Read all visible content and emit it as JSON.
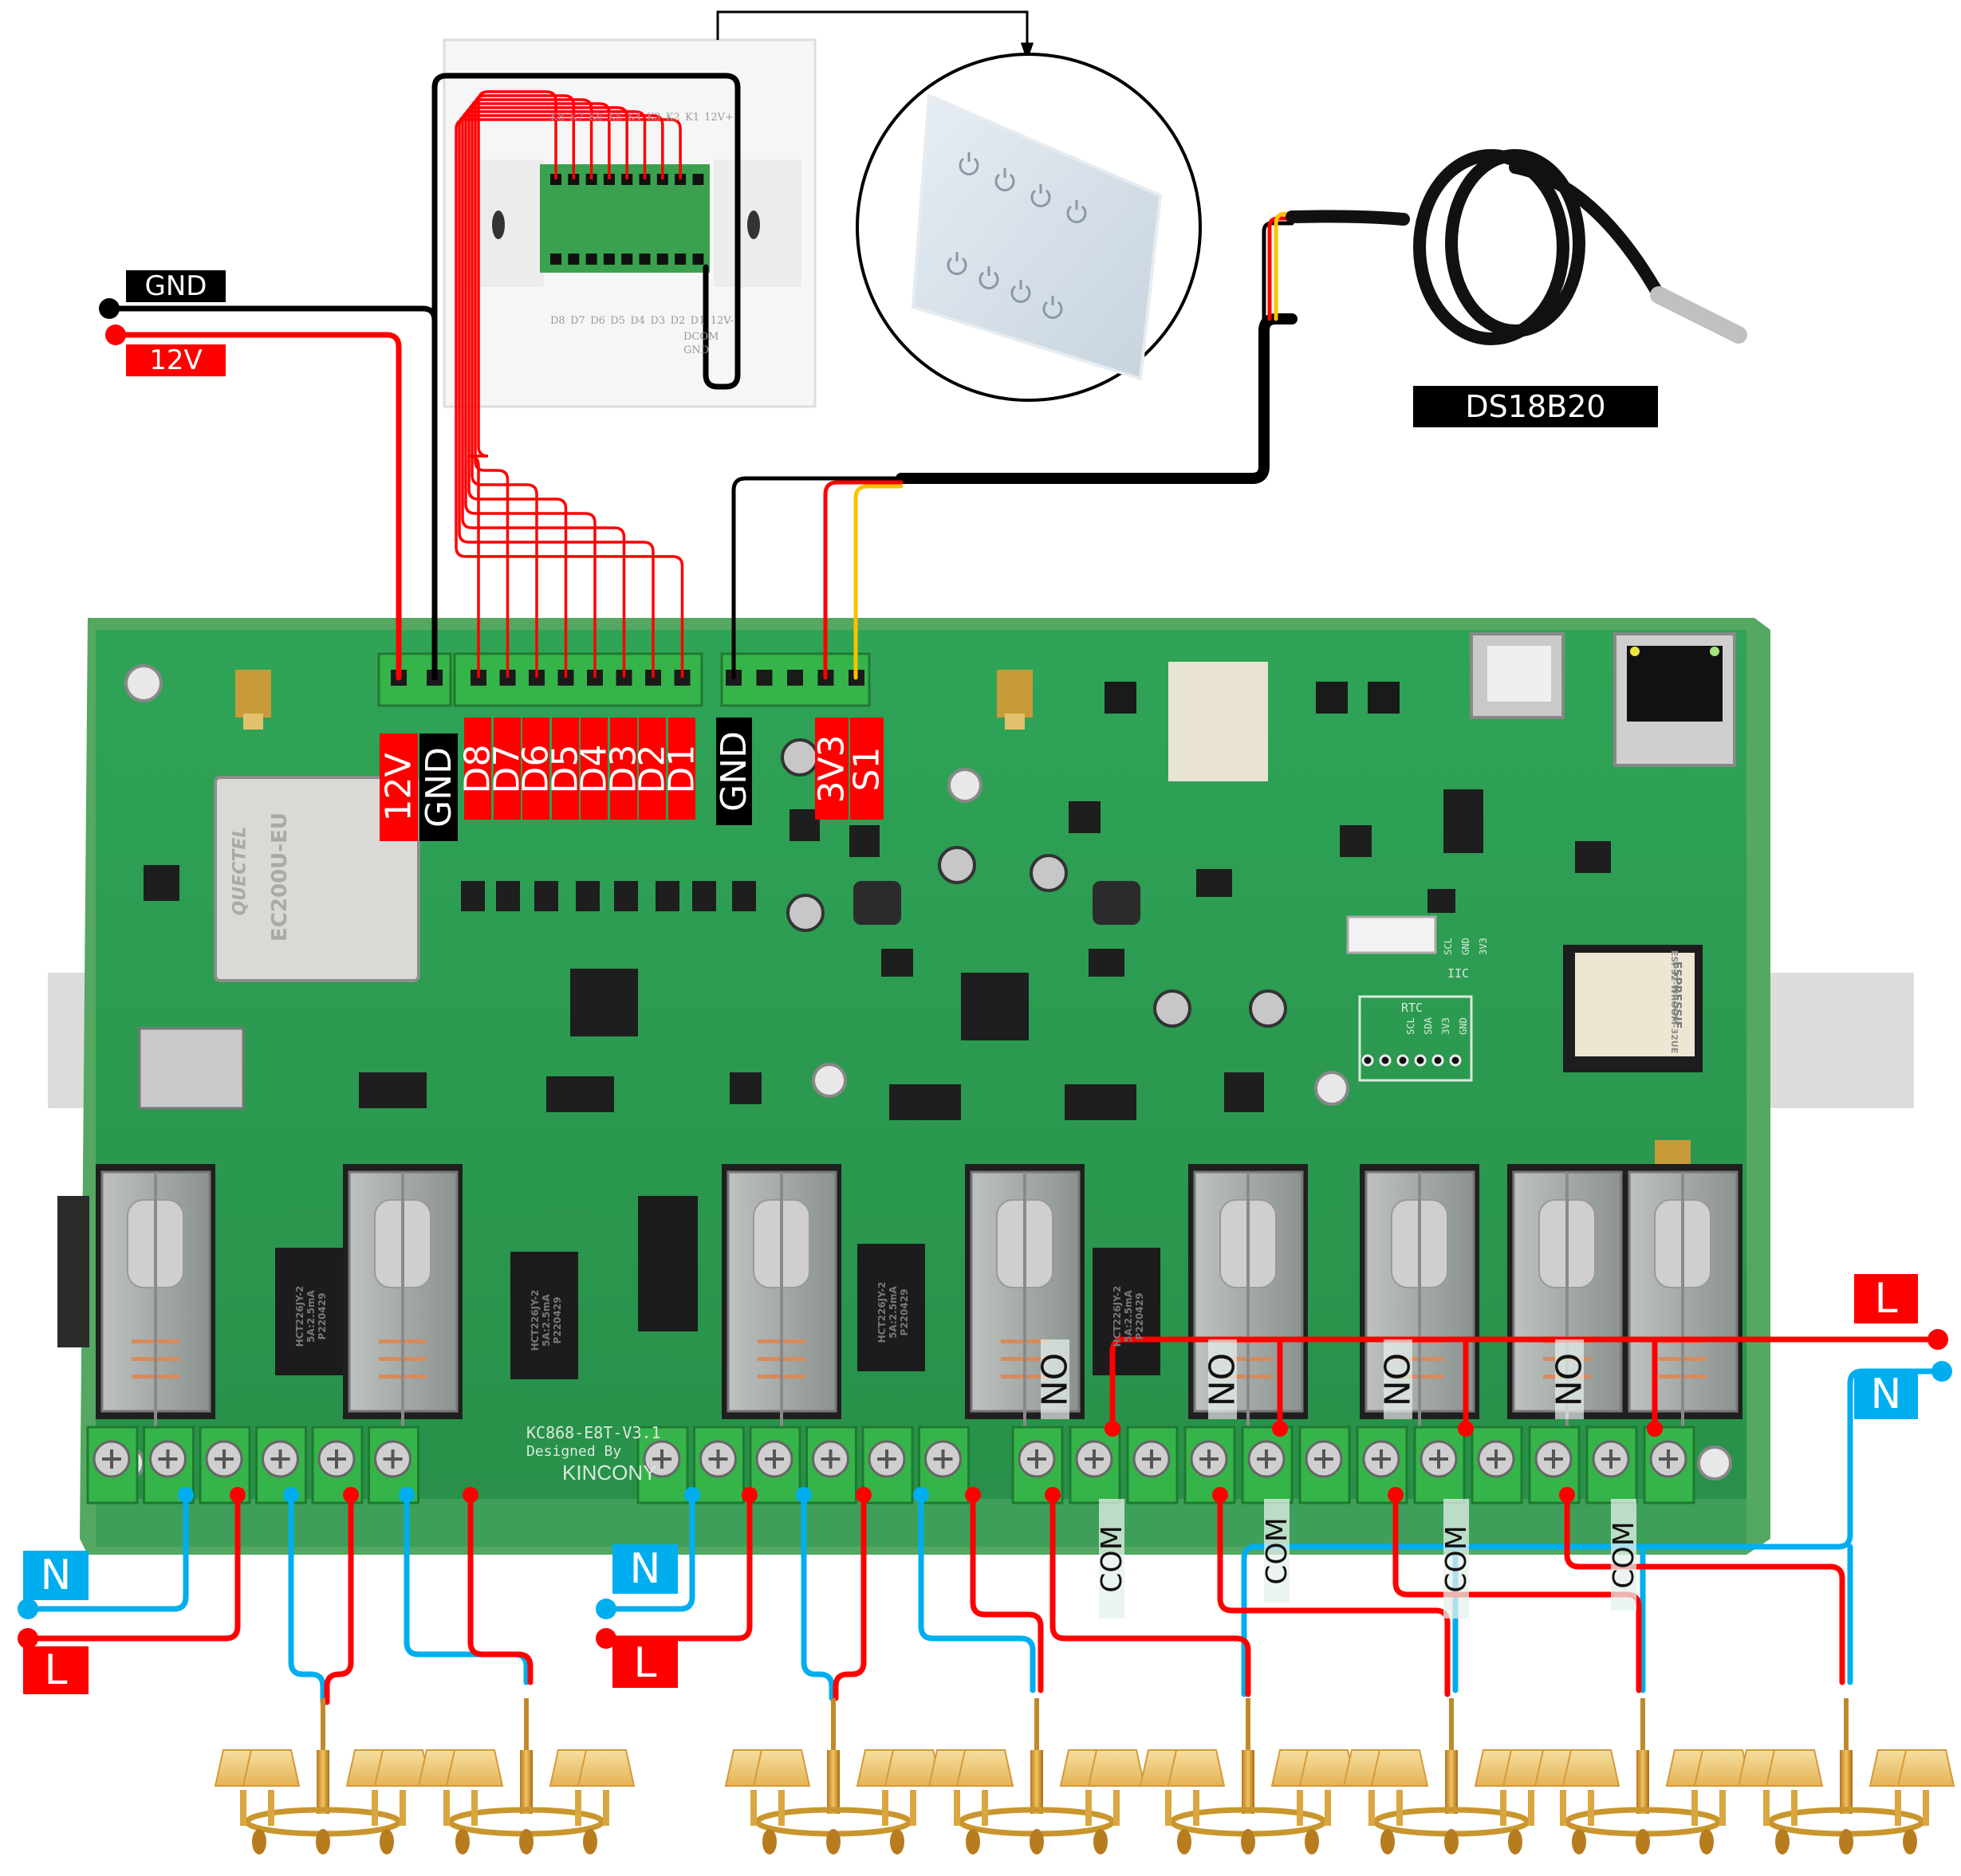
{
  "diagram": {
    "title": "KC868-E8T wiring diagram",
    "board": {
      "model": "KC868-E8T-V3.1",
      "designed_by": "Designed By",
      "brand": "KINCONY",
      "cellular_module": {
        "brand": "QUECTEL",
        "model": "EC200U-EU"
      },
      "wifi_module": {
        "brand": "ESPRESSIF",
        "model": "ESP32-WROOM-32UE"
      },
      "header_labels": {
        "iic": "IIC",
        "rtc": "RTC",
        "iic_pins": [
          "SCL",
          "GND",
          "3V3"
        ],
        "rtc_pins": [
          "SCL",
          "SDA",
          "3V3",
          "GND"
        ]
      },
      "relay_driver_text": [
        "HCT226JY-2",
        "5A:2.5mA",
        "P220429"
      ]
    },
    "power_input": {
      "gnd_label": "GND",
      "v12_label": "12V"
    },
    "terminal_labels": {
      "power": [
        "12V",
        "GND"
      ],
      "digital_inputs": [
        "D8",
        "D7",
        "D6",
        "D5",
        "D4",
        "D3",
        "D2",
        "D1"
      ],
      "sensor_gnd": "GND",
      "sensor": [
        "3V3",
        "S1"
      ]
    },
    "touch_panel_back": {
      "top_pins": [
        "K8",
        "K7",
        "K6",
        "K5",
        "K4",
        "K3",
        "K2",
        "K1",
        "12V+"
      ],
      "bottom_pins": [
        "D8",
        "D7",
        "D6",
        "D5",
        "D4",
        "D3",
        "D2",
        "D1",
        "12V-"
      ],
      "bottom_extra": [
        "DCOM",
        "GND"
      ]
    },
    "sensor_label": "DS18B20",
    "relay_contacts": {
      "no_label": "NO",
      "com_label": "COM"
    },
    "mains": {
      "left": {
        "n": "N",
        "l": "L"
      },
      "middle": {
        "n": "N",
        "l": "L"
      },
      "right": {
        "l": "L",
        "n": "N"
      }
    },
    "loads": {
      "count": 8,
      "type": "chandelier"
    },
    "colors": {
      "live": "#ff0000",
      "neutral": "#00aeef",
      "ground": "#000000",
      "signal": "#ffc000",
      "pcb": "#2e9d52",
      "terminal": "#35b44a"
    }
  }
}
